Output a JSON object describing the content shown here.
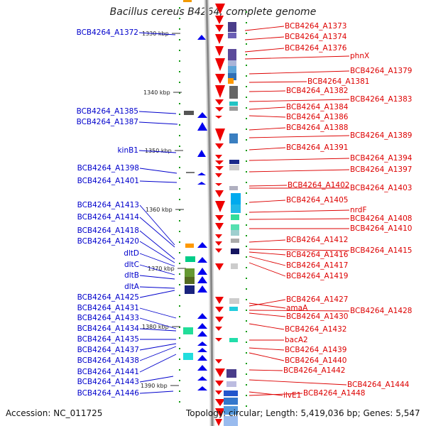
{
  "title": "Bacillus cereus B4264, complete genome",
  "footer": {
    "accession": "Accession: NC_011725",
    "topology": "Topology: circular; Length: 5,419,036 bp; Genes: 5,547"
  },
  "colors": {
    "left_label": "#0000cc",
    "right_label": "#dd0000",
    "forward_gene": "#0000ee",
    "reverse_gene": "#ee0000",
    "axis": "#888888",
    "tick": "#119911"
  },
  "position_ticks": [
    "1330 kbp",
    "1340 kbp",
    "1350 kbp",
    "1360 kbp",
    "1370 kbp",
    "1380 kbp",
    "1390 kbp"
  ],
  "left_labels": [
    "BCB4264_A1372",
    "BCB4264_A1385",
    "BCB4264_A1387",
    "kinB1",
    "BCB4264_A1398",
    "BCB4264_A1401",
    "BCB4264_A1413",
    "BCB4264_A1414",
    "BCB4264_A1418",
    "BCB4264_A1420",
    "dltD",
    "dltC",
    "dltB",
    "dltA",
    "BCB4264_A1425",
    "BCB4264_A1431",
    "BCB4264_A1433",
    "BCB4264_A1434",
    "BCB4264_A1435",
    "BCB4264_A1437",
    "BCB4264_A1438",
    "BCB4264_A1441",
    "BCB4264_A1443",
    "BCB4264_A1446"
  ],
  "right_labels": [
    "BCB4264_A1373",
    "BCB4264_A1374",
    "BCB4264_A1376",
    "phnX",
    "BCB4264_A1379",
    "BCB4264_A1381",
    "BCB4264_A1382",
    "BCB4264_A1383",
    "BCB4264_A1384",
    "BCB4264_A1386",
    "BCB4264_A1388",
    "BCB4264_A1389",
    "BCB4264_A1391",
    "BCB4264_A1394",
    "BCB4264_A1397",
    "BCB4264_A1402",
    "BCB4264_A1403",
    "BCB4264_A1405",
    "nrdF",
    "BCB4264_A1408",
    "BCB4264_A1410",
    "BCB4264_A1412",
    "BCB4264_A1415",
    "BCB4264_A1416",
    "BCB4264_A1417",
    "BCB4264_A1419",
    "amaA",
    "BCB4264_A1427",
    "BCB4264_A1428",
    "BCB4264_A1430",
    "BCB4264_A1432",
    "bacA2",
    "BCB4264_A1439",
    "BCB4264_A1440",
    "BCB4264_A1442",
    "BCB4264_A1444",
    "ilvE1",
    "BCB4264_A1448"
  ]
}
